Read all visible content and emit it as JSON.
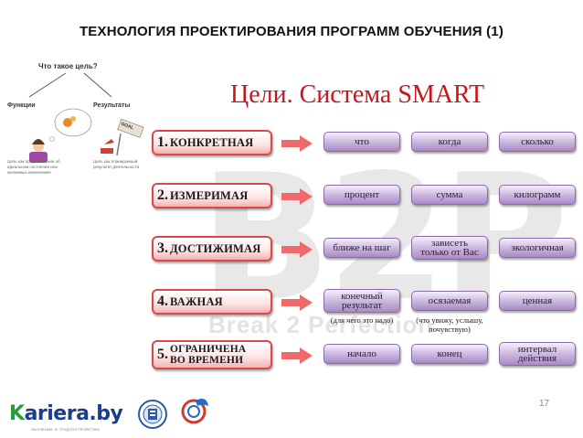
{
  "slide": {
    "title": "ТЕХНОЛОГИЯ ПРОЕКТИРОВАНИЯ ПРОГРАММ ОБУЧЕНИЯ (1)",
    "page_number": "17"
  },
  "mini_diagram": {
    "title": "Что такое цель?",
    "left_label": "Функции",
    "right_label": "Результаты",
    "goal_sign": "GOAL",
    "left_note": "Цель как представление об идеальном состоянии или желаемых изменениях",
    "right_note": "Цель как планируемый результат деятельности"
  },
  "heading": "Цели. Система SMART",
  "watermark": {
    "big": "B2P",
    "small": "Break 2 Perfection"
  },
  "smart_rows": [
    {
      "num": "1.",
      "label": "КОНКРЕТНАЯ",
      "items": [
        "что",
        "когда",
        "сколько"
      ]
    },
    {
      "num": "2.",
      "label": "ИЗМЕРИМАЯ",
      "items": [
        "процент",
        "сумма",
        "килограмм"
      ]
    },
    {
      "num": "3.",
      "label": "ДОСТИЖИМАЯ",
      "items": [
        "ближе на шаг",
        "зависеть\nтолько от Вас",
        "экологичная"
      ]
    },
    {
      "num": "4.",
      "label": "ВАЖНАЯ",
      "items": [
        "конечный\nрезультат",
        "осязаемая",
        "ценная"
      ],
      "notes": [
        "(для чего это надо)",
        "(что увижу, услышу,\nпочувствую)"
      ]
    },
    {
      "num": "5.",
      "label": "ОГРАНИЧЕНА\nВО ВРЕМЕНИ",
      "items": [
        "начало",
        "конец",
        "интервал\nдействия"
      ]
    }
  ],
  "footer": {
    "logo_prefix": "K",
    "logo_rest": "ariera.by",
    "logo_tagline": "ОБУЧЕНИЕ И ТРУДОУСТРОЙСТВО"
  },
  "colors": {
    "title_red": "#c8161d",
    "box_border": "#e04646",
    "pill_purple": "#a98ac6",
    "logo_blue": "#1b3d8e",
    "logo_green": "#2d9a3a"
  }
}
